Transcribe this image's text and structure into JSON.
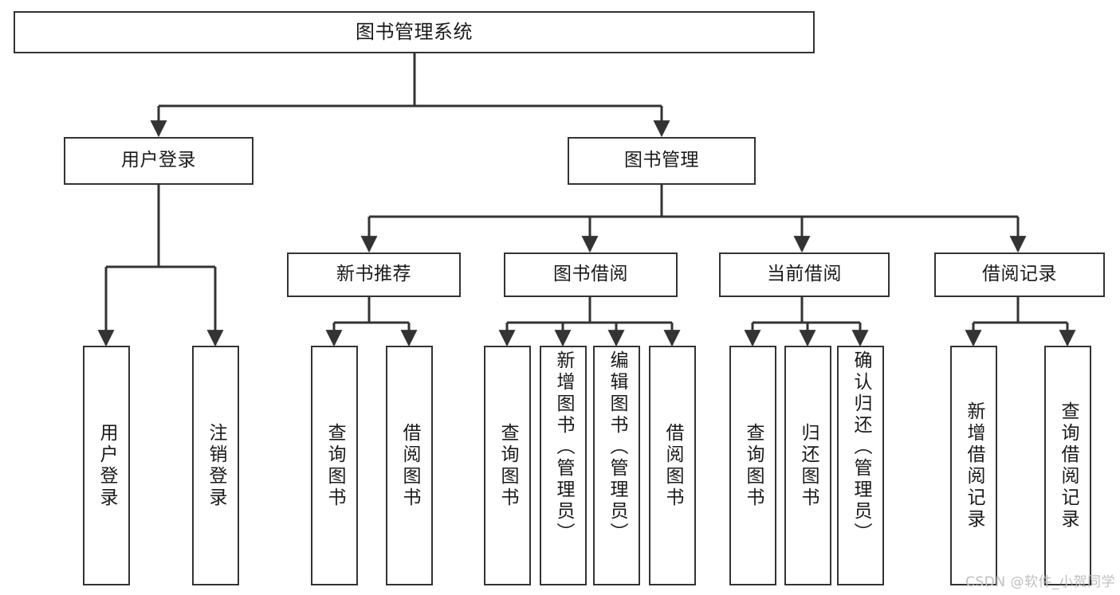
{
  "diagram": {
    "title": "图书管理系统",
    "type": "tree-hierarchy-chart",
    "colors": {
      "box_border": "#333333",
      "box_fill": "#ffffff",
      "connector": "#333333",
      "text": "#1a1a1a",
      "watermark": "#bfbfbf",
      "background": "#ffffff"
    }
  },
  "root": {
    "label": "图书管理系统"
  },
  "level2": {
    "user_login": {
      "label": "用户登录"
    },
    "book_manage": {
      "label": "图书管理"
    }
  },
  "level3": {
    "new_book_rec": {
      "label": "新书推荐"
    },
    "book_borrow": {
      "label": "图书借阅"
    },
    "current_borrow": {
      "label": "当前借阅"
    },
    "borrow_record": {
      "label": "借阅记录"
    }
  },
  "leaves": {
    "user_login": [
      {
        "label": "用户登录"
      },
      {
        "label": "注销登录"
      }
    ],
    "new_book_rec": [
      {
        "label": "查询图书"
      },
      {
        "label": "借阅图书"
      }
    ],
    "book_borrow": [
      {
        "label": "查询图书"
      },
      {
        "label": "新增图书（管理员）"
      },
      {
        "label": "编辑图书（管理员）"
      },
      {
        "label": "借阅图书"
      }
    ],
    "current_borrow": [
      {
        "label": "查询图书"
      },
      {
        "label": "归还图书"
      },
      {
        "label": "确认归还（管理员）"
      }
    ],
    "borrow_record": [
      {
        "label": "新增借阅记录"
      },
      {
        "label": "查询借阅记录"
      }
    ]
  },
  "watermark": {
    "text": "CSDN @软件_小贺同学"
  }
}
